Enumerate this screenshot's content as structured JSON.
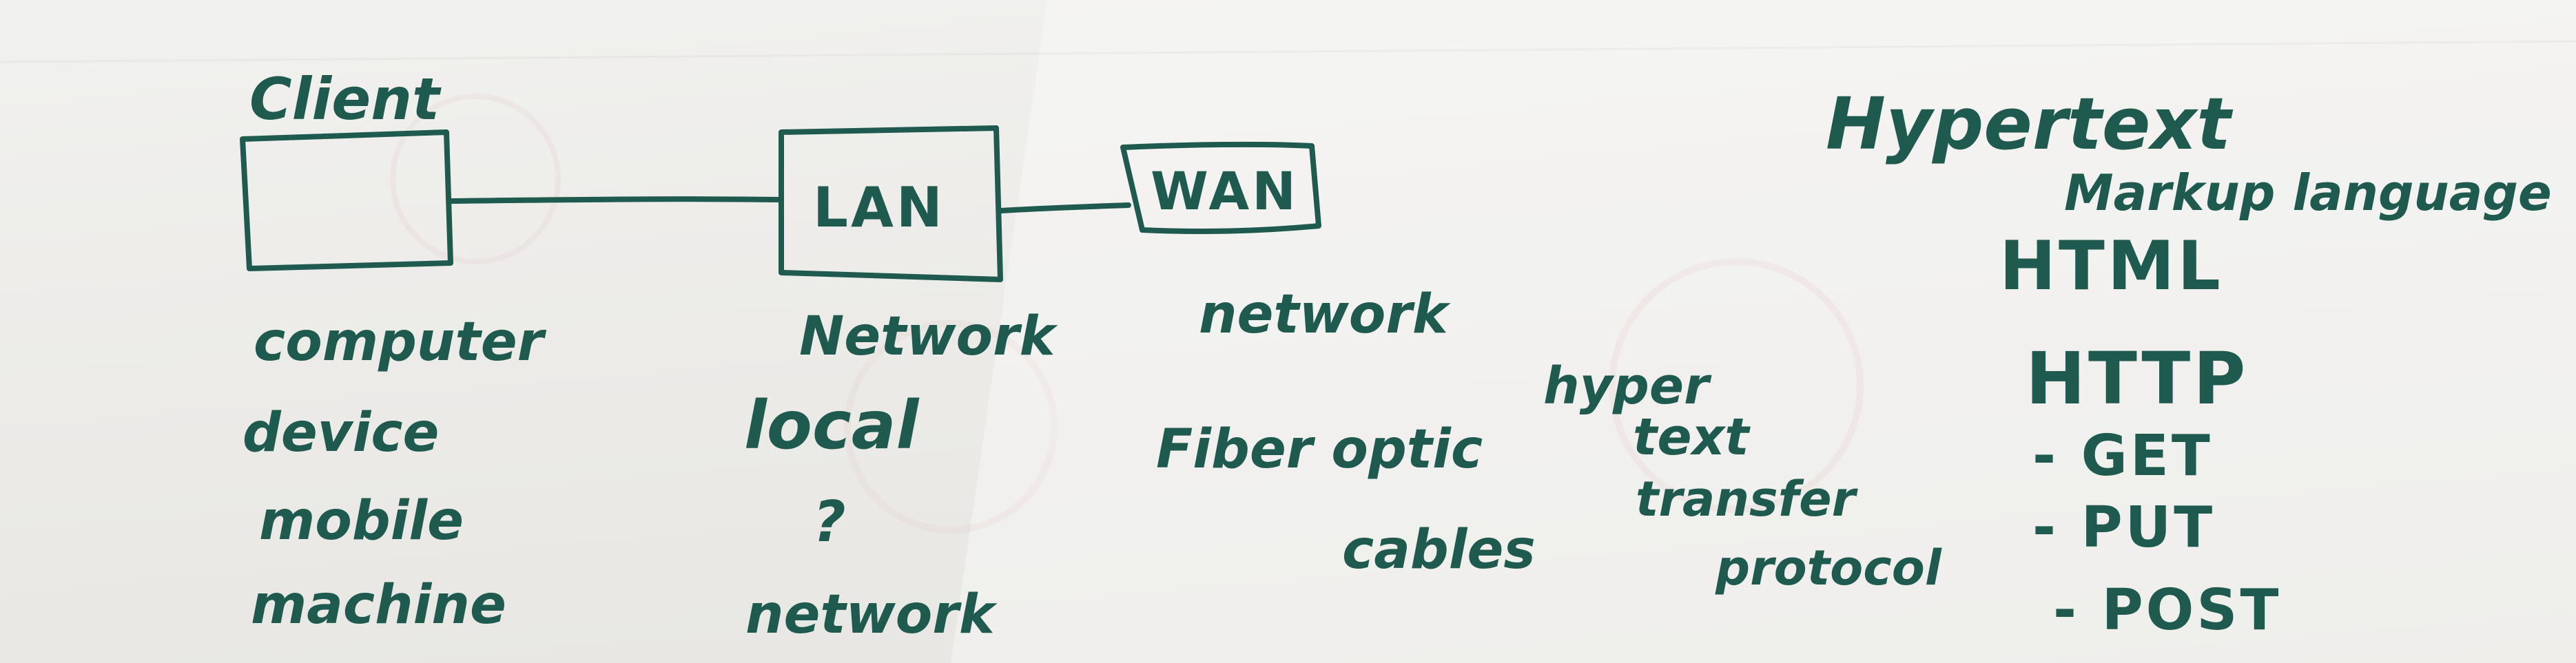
{
  "diagram": {
    "client_label": "Client",
    "lan_label": "LAN",
    "wan_label": "WAN"
  },
  "client_notes": [
    "computer",
    "device",
    "mobile",
    "machine"
  ],
  "lan_notes": [
    "Network",
    "local",
    "?",
    "network"
  ],
  "wan_notes": [
    "network",
    "Fiber optic",
    "cables"
  ],
  "http_expansion": [
    "hyper",
    "text",
    "transfer",
    "protocol"
  ],
  "html_notes": {
    "line1": "Hypertext",
    "line2": "Markup language",
    "acronym": "HTML"
  },
  "http_notes": {
    "acronym": "HTTP",
    "methods": [
      "- GET",
      "- PUT",
      "- POST"
    ]
  },
  "colors": {
    "ink": "#1f5a4e",
    "paper": "#ecebe8"
  }
}
